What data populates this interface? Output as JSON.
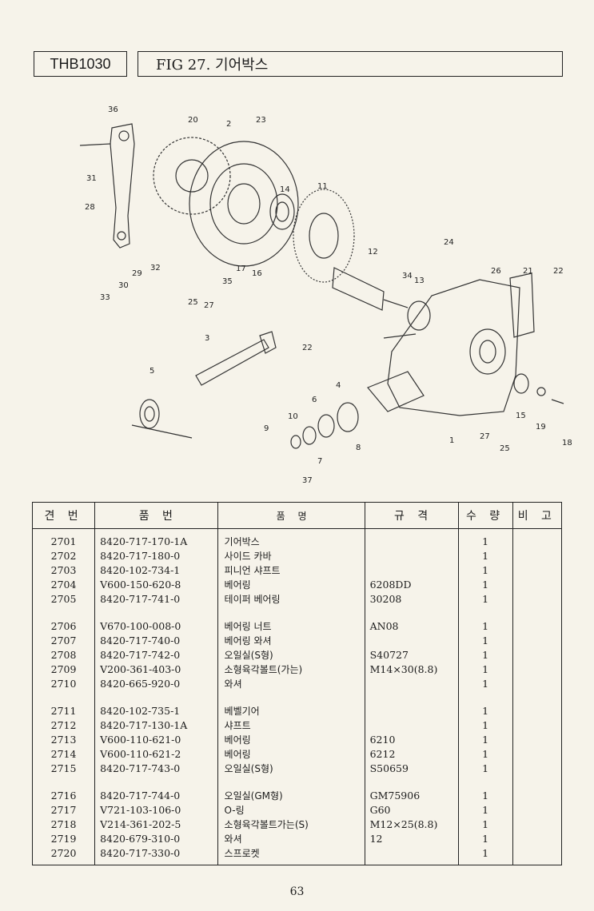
{
  "header": {
    "model": "THB1030",
    "title": "FIG 27. 기어박스"
  },
  "diagram": {
    "callouts": [
      "36",
      "20",
      "2",
      "23",
      "31",
      "28",
      "14",
      "11",
      "29",
      "30",
      "32",
      "33",
      "35",
      "17",
      "16",
      "25",
      "27",
      "12",
      "24",
      "26",
      "21",
      "22",
      "34",
      "13",
      "3",
      "5",
      "22",
      "6",
      "4",
      "10",
      "9",
      "8",
      "7",
      "37",
      "15",
      "19",
      "18",
      "1",
      "27",
      "25"
    ]
  },
  "table": {
    "headers": [
      "견 번",
      "품 번",
      "품 명",
      "규 격",
      "수 량",
      "비 고"
    ],
    "groups": [
      [
        {
          "no": "2701",
          "part": "8420-717-170-1A",
          "name": "기어박스",
          "spec": "",
          "qty": "1"
        },
        {
          "no": "2702",
          "part": "8420-717-180-0",
          "name": "사이드 카바",
          "spec": "",
          "qty": "1"
        },
        {
          "no": "2703",
          "part": "8420-102-734-1",
          "name": "피니언 샤프트",
          "spec": "",
          "qty": "1"
        },
        {
          "no": "2704",
          "part": "V600-150-620-8",
          "name": "베어링",
          "spec": "6208DD",
          "qty": "1"
        },
        {
          "no": "2705",
          "part": "8420-717-741-0",
          "name": "테이퍼 베어링",
          "spec": "30208",
          "qty": "1"
        }
      ],
      [
        {
          "no": "2706",
          "part": "V670-100-008-0",
          "name": "베어링 너트",
          "spec": "AN08",
          "qty": "1"
        },
        {
          "no": "2707",
          "part": "8420-717-740-0",
          "name": "베어링 와셔",
          "spec": "",
          "qty": "1"
        },
        {
          "no": "2708",
          "part": "8420-717-742-0",
          "name": "오일실(S형)",
          "spec": "S40727",
          "qty": "1"
        },
        {
          "no": "2709",
          "part": "V200-361-403-0",
          "name": "소형육각볼트(가는)",
          "spec": "M14×30(8.8)",
          "qty": "1"
        },
        {
          "no": "2710",
          "part": "8420-665-920-0",
          "name": "와셔",
          "spec": "",
          "qty": "1"
        }
      ],
      [
        {
          "no": "2711",
          "part": "8420-102-735-1",
          "name": "베벨기어",
          "spec": "",
          "qty": "1"
        },
        {
          "no": "2712",
          "part": "8420-717-130-1A",
          "name": "샤프트",
          "spec": "",
          "qty": "1"
        },
        {
          "no": "2713",
          "part": "V600-110-621-0",
          "name": "베어링",
          "spec": "6210",
          "qty": "1"
        },
        {
          "no": "2714",
          "part": "V600-110-621-2",
          "name": "베어링",
          "spec": "6212",
          "qty": "1"
        },
        {
          "no": "2715",
          "part": "8420-717-743-0",
          "name": "오일실(S형)",
          "spec": "S50659",
          "qty": "1"
        }
      ],
      [
        {
          "no": "2716",
          "part": "8420-717-744-0",
          "name": "오일실(GM형)",
          "spec": "GM75906",
          "qty": "1"
        },
        {
          "no": "2717",
          "part": "V721-103-106-0",
          "name": "O-링",
          "spec": "G60",
          "qty": "1"
        },
        {
          "no": "2718",
          "part": "V214-361-202-5",
          "name": "소형육각볼트가는(S)",
          "spec": "M12×25(8.8)",
          "qty": "1"
        },
        {
          "no": "2719",
          "part": "8420-679-310-0",
          "name": "와셔",
          "spec": "12",
          "qty": "1"
        },
        {
          "no": "2720",
          "part": "8420-717-330-0",
          "name": "스프로켓",
          "spec": "",
          "qty": "1"
        }
      ]
    ]
  },
  "footer": {
    "page_number": "63"
  }
}
